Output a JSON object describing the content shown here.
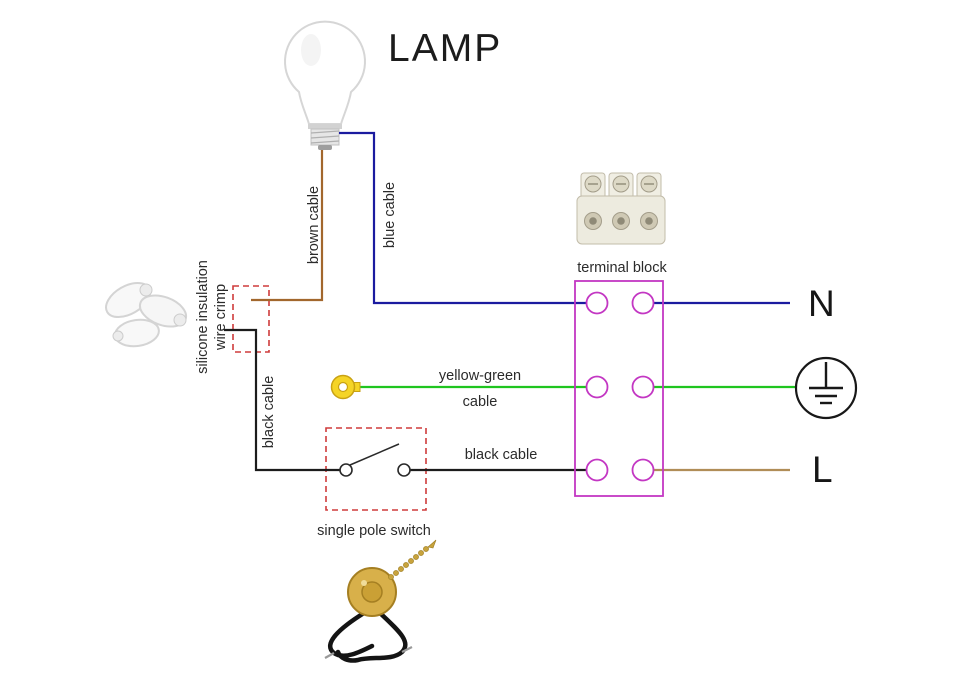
{
  "title": "LAMP",
  "labels": {
    "brown_cable": "brown cable",
    "blue_cable": "blue cable",
    "black_cable_vertical": "black cable",
    "black_cable_horizontal": "black cable",
    "crimp_line1": "silicone insulation",
    "crimp_line2": "wire crimp",
    "terminal_block": "terminal block",
    "yellow_green_line1": "yellow-green",
    "yellow_green_line2": "cable",
    "single_pole_switch": "single pole switch",
    "neutral": "N",
    "live": "L"
  },
  "colors": {
    "brown_wire": "#a2672d",
    "blue_wire": "#1b1b9f",
    "green_wire": "#1fc51f",
    "black_wire": "#1c1c1c",
    "live_wire": "#b08d57",
    "terminal_outline": "#c337c3",
    "dashed_box": "#cf3b3b",
    "ring_terminal": "#f5d426"
  }
}
